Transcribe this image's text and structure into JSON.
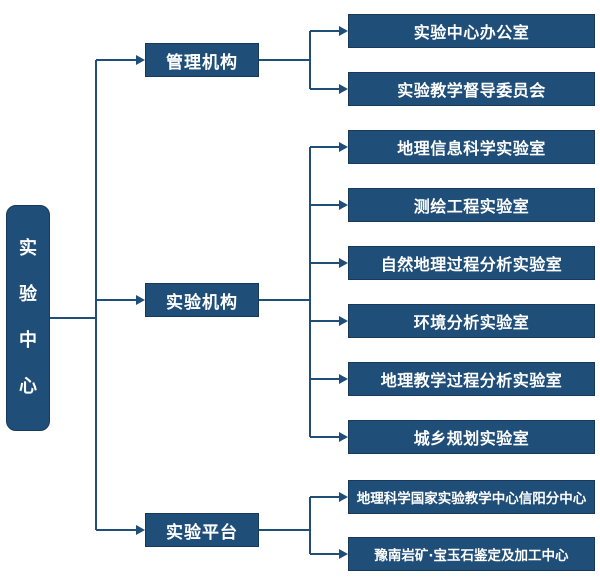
{
  "diagram": {
    "root": {
      "label": "实验中心"
    },
    "branches": [
      {
        "label": "管理机构",
        "children": [
          "实验中心办公室",
          "实验教学督导委员会"
        ]
      },
      {
        "label": "实验机构",
        "children": [
          "地理信息科学实验室",
          "测绘工程实验室",
          "自然地理过程分析实验室",
          "环境分析实验室",
          "地理教学过程分析实验室",
          "城乡规划实验室"
        ]
      },
      {
        "label": "实验平台",
        "children": [
          "地理科学国家实验教学中心信阳分中心",
          "豫南岩矿·宝玉石鉴定及加工中心"
        ]
      }
    ]
  },
  "colors": {
    "node-fill": "#1F4E79",
    "node-border": "#16395C",
    "node-text": "#FFFFFF",
    "connector": "#1F4E79",
    "background": "#FFFFFF"
  }
}
